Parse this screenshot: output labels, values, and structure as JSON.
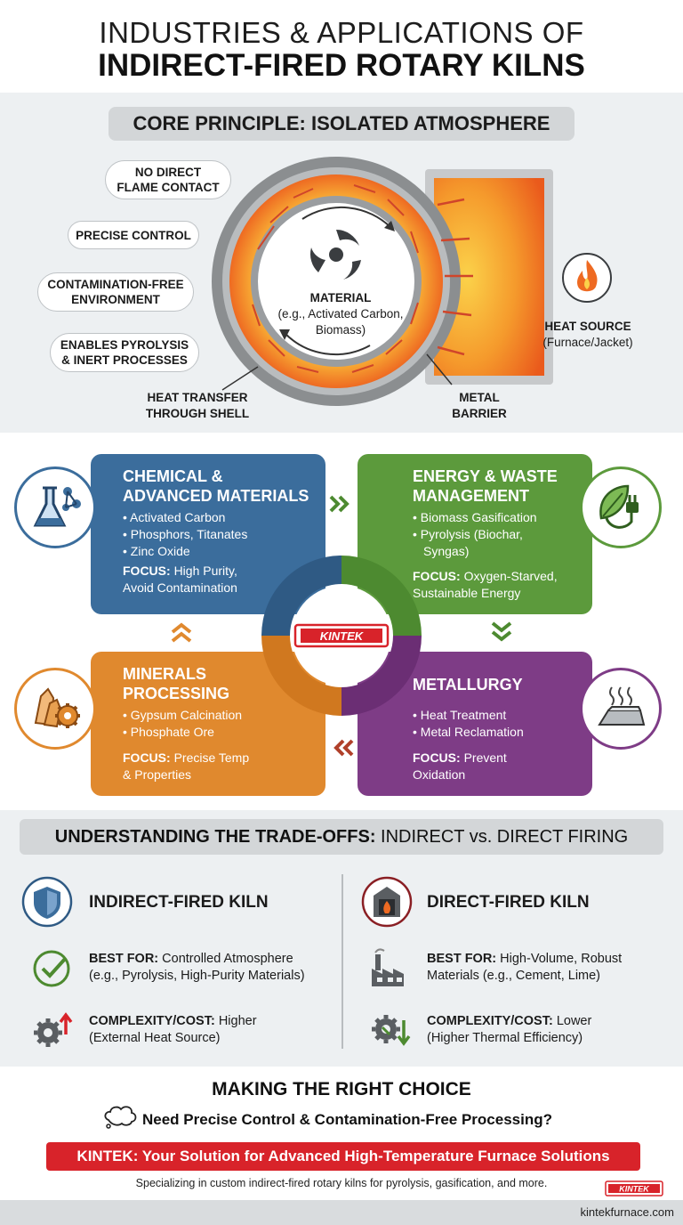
{
  "header": {
    "line1": "INDUSTRIES & APPLICATIONS OF",
    "line2": "INDIRECT-FIRED ROTARY KILNS"
  },
  "core": {
    "title": "CORE PRINCIPLE: ISOLATED ATMOSPHERE",
    "features": [
      {
        "line1": "NO DIRECT",
        "line2": "FLAME CONTACT"
      },
      {
        "line1": "PRECISE CONTROL",
        "line2": ""
      },
      {
        "line1": "CONTAMINATION-FREE",
        "line2": "ENVIRONMENT"
      },
      {
        "line1": "ENABLES PYROLYSIS",
        "line2": "& INERT PROCESSES"
      }
    ],
    "material": {
      "label": "MATERIAL",
      "sub1": "(e.g., Activated Carbon,",
      "sub2": "Biomass)"
    },
    "heat_source": {
      "label": "HEAT SOURCE",
      "sub": "(Furnace/Jacket)"
    },
    "heat_transfer": {
      "line1": "HEAT TRANSFER",
      "line2": "THROUGH SHELL"
    },
    "metal_barrier": {
      "line1": "METAL",
      "line2": "BARRIER"
    }
  },
  "industries": {
    "brand": "KINTEK",
    "chemical": {
      "title1": "CHEMICAL &",
      "title2": "ADVANCED MATERIALS",
      "items": [
        "Activated Carbon",
        "Phosphors, Titanates",
        "Zinc Oxide"
      ],
      "focus_label": "FOCUS:",
      "focus1": "High Purity,",
      "focus2": "Avoid Contamination"
    },
    "energy": {
      "title1": "ENERGY & WASTE",
      "title2": "MANAGEMENT",
      "items": [
        "Biomass Gasification",
        "Pyrolysis (Biochar,"
      ],
      "item_cont": "Syngas)",
      "focus_label": "FOCUS:",
      "focus1": "Oxygen-Starved,",
      "focus2": "Sustainable Energy"
    },
    "minerals": {
      "title1": "MINERALS",
      "title2": "PROCESSING",
      "items": [
        "Gypsum Calcination",
        "Phosphate Ore"
      ],
      "focus_label": "FOCUS:",
      "focus1": "Precise Temp",
      "focus2": "& Properties"
    },
    "metallurgy": {
      "title1": "METALLURGY",
      "items": [
        "Heat Treatment",
        "Metal Reclamation"
      ],
      "focus_label": "FOCUS:",
      "focus1": "Prevent",
      "focus2": "Oxidation"
    }
  },
  "tradeoffs": {
    "title_bold": "UNDERSTANDING THE TRADE-OFFS:",
    "title_rest": " INDIRECT vs. DIRECT FIRING",
    "indirect": {
      "heading": "INDIRECT-FIRED KILN",
      "best_label": "BEST FOR:",
      "best1": "Controlled Atmosphere",
      "best2": "(e.g., Pyrolysis, High-Purity Materials)",
      "cost_label": "COMPLEXITY/COST:",
      "cost1": "Higher",
      "cost2": "(External Heat Source)"
    },
    "direct": {
      "heading": "DIRECT-FIRED KILN",
      "best_label": "BEST FOR:",
      "best1": "High-Volume, Robust",
      "best2": "Materials (e.g., Cement, Lime)",
      "cost_label": "COMPLEXITY/COST:",
      "cost1": "Lower",
      "cost2": "(Higher Thermal Efficiency)"
    }
  },
  "choice": {
    "title": "MAKING THE RIGHT CHOICE",
    "question": "Need Precise Control & Contamination-Free Processing?",
    "banner": "KINTEK: Your Solution for Advanced High-Temperature Furnace Solutions",
    "specializing": "Specializing in custom indirect-fired rotary kilns for pyrolysis, gasification, and more.",
    "logo": "KINTEK",
    "url": "kintekfurnace.com"
  },
  "colors": {
    "chemical": "#3b6d9c",
    "energy": "#5c9a3c",
    "minerals": "#e0892e",
    "metallurgy": "#7e3c86",
    "brand_red": "#d8232a"
  }
}
